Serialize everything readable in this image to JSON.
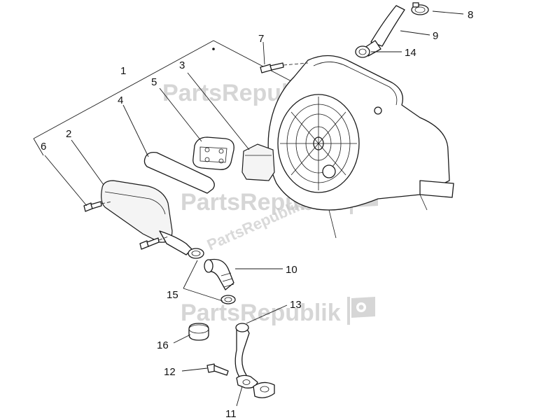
{
  "watermark": {
    "brand": "PartsRepublik",
    "color": "#c9c9c9"
  },
  "callouts": {
    "c1": "1",
    "c2": "2",
    "c3": "3",
    "c4": "4",
    "c5": "5",
    "c6": "6",
    "c7": "7",
    "c8": "8",
    "c9": "9",
    "c10": "10",
    "c11": "11",
    "c12": "12",
    "c13": "13",
    "c14": "14",
    "c15": "15",
    "c16": "16"
  }
}
